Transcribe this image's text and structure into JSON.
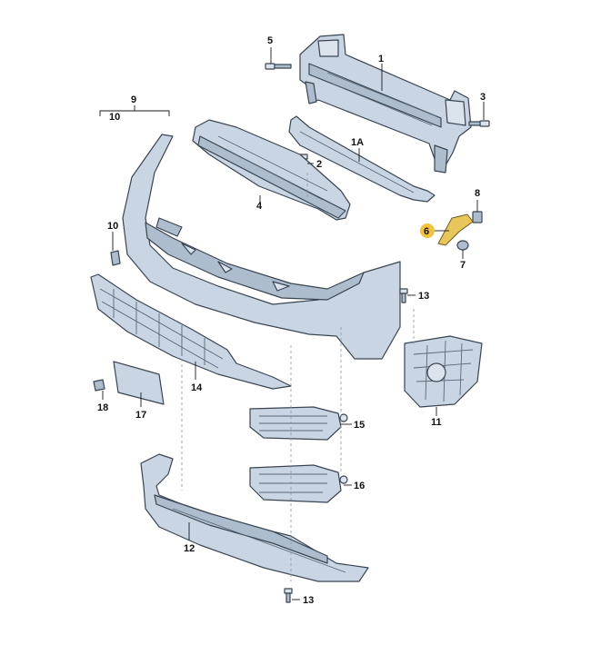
{
  "labels": {
    "p1": "1",
    "p1a": "1A",
    "p2": "2",
    "p3": "3",
    "p4": "4",
    "p5": "5",
    "p6": "6",
    "p7": "7",
    "p8": "8",
    "p9": "9",
    "p10a": "10",
    "p10b": "10",
    "p11": "11",
    "p12": "12",
    "p13a": "13",
    "p13b": "13",
    "p14": "14",
    "p15": "15",
    "p16": "16",
    "p17": "17",
    "p18": "18"
  },
  "highlight": {
    "part": "6",
    "color": "#f2c23a"
  }
}
